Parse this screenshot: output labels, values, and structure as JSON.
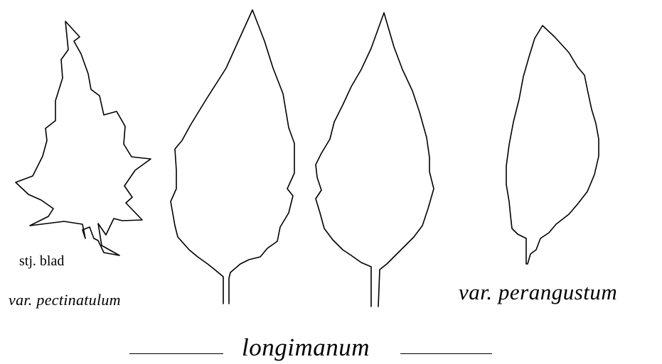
{
  "labels": {
    "stem_leaf": "stj. blad",
    "pectinatulum": "var. pectinatulum",
    "perangustum": "var. perangustum",
    "longimanum": "longimanum"
  },
  "colors": {
    "outline": "#000000",
    "background": "#ffffff"
  }
}
